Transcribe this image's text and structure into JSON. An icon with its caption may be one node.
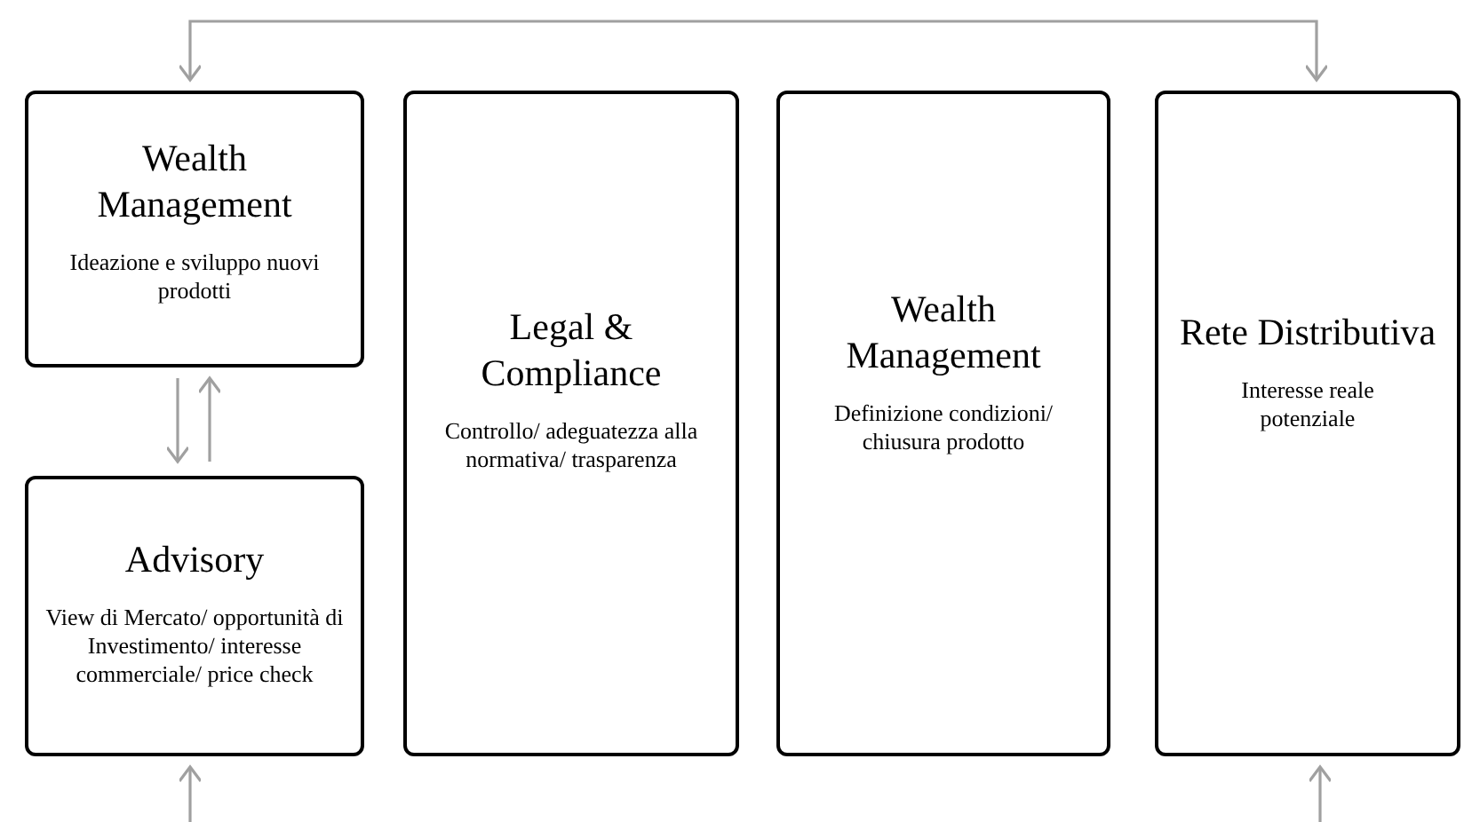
{
  "diagram": {
    "nodes": [
      {
        "text": [
          "Wealth Management",
          "Ideazione e sviluppo nuovi prodotti"
        ]
      },
      {
        "text": [
          "Advisory",
          "View di Mercato/ opportunità di Investimento/ interesse commerciale/ price check"
        ]
      },
      {
        "text": [
          "Legal & Compliance",
          "Controllo/ adeguatezza alla normativa/ trasparenza"
        ]
      },
      {
        "text": [
          "Wealth Management",
          "Definizione condizioni/ chiusura prodotto"
        ]
      },
      {
        "text": [
          "Rete Distributiva",
          "Interesse reale potenziale"
        ]
      }
    ],
    "edges": [
      {
        "from": 0,
        "to": 4,
        "arrow": "both"
      },
      {
        "from": 0,
        "to": 1,
        "arrow": "to"
      },
      {
        "from": 1,
        "to": 0,
        "arrow": "to"
      },
      {
        "from": null,
        "to": 1,
        "arrow": "to"
      },
      {
        "from": null,
        "to": 4,
        "arrow": "to"
      }
    ]
  }
}
